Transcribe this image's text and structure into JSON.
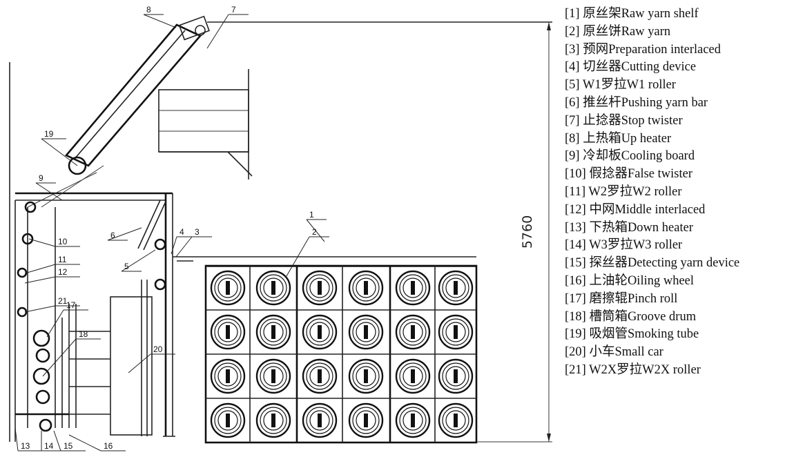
{
  "dimension_label": "5760",
  "callouts": [
    {
      "num": "1"
    },
    {
      "num": "2"
    },
    {
      "num": "3"
    },
    {
      "num": "4"
    },
    {
      "num": "5"
    },
    {
      "num": "6"
    },
    {
      "num": "7"
    },
    {
      "num": "8"
    },
    {
      "num": "9"
    },
    {
      "num": "10"
    },
    {
      "num": "11"
    },
    {
      "num": "12"
    },
    {
      "num": "13"
    },
    {
      "num": "14"
    },
    {
      "num": "15"
    },
    {
      "num": "16"
    },
    {
      "num": "17"
    },
    {
      "num": "18"
    },
    {
      "num": "19"
    },
    {
      "num": "20"
    },
    {
      "num": "21"
    }
  ],
  "legend": [
    "[1] 原丝架Raw yarn shelf",
    "[2] 原丝饼Raw yarn",
    "[3] 预网Preparation interlaced",
    "[4] 切丝器Cutting device",
    "[5] W1罗拉W1 roller",
    "[6] 推丝杆Pushing yarn bar",
    "[7] 止捻器Stop twister",
    "[8] 上热箱Up heater",
    "[9] 冷却板Cooling board",
    "[10] 假捻器False twister",
    "[11] W2罗拉W2 roller",
    "[12] 中网Middle interlaced",
    "[13] 下热箱Down heater",
    "[14] W3罗拉W3 roller",
    "[15] 探丝器Detecting yarn device",
    "[16] 上油轮Oiling wheel",
    "[17] 磨擦辊Pinch roll",
    "[18] 槽筒箱Groove drum",
    "[19] 吸烟管Smoking tube",
    "[20] 小车Small car",
    "[21] W2X罗拉W2X roller"
  ]
}
